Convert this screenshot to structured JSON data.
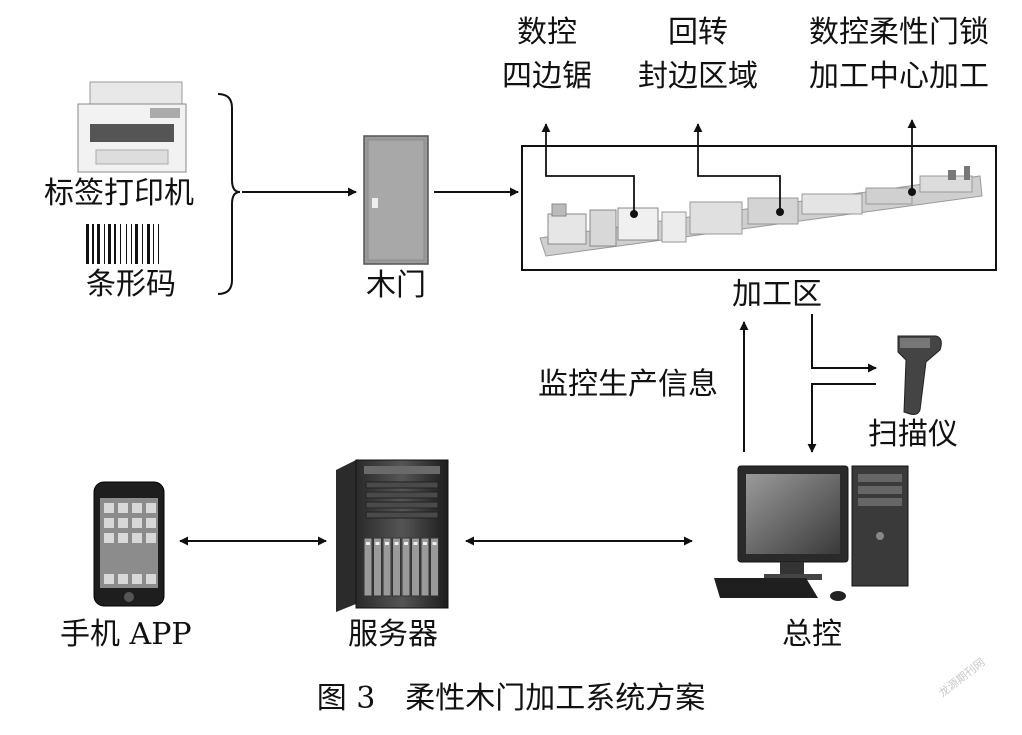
{
  "labels": {
    "label_printer": "标签打印机",
    "barcode": "条形码",
    "wood_door": "木门",
    "cnc_saw_l1": "数控",
    "cnc_saw_l2": "四边锯",
    "edge_l1": "回转",
    "edge_l2": "封边区域",
    "lock_l1": "数控柔性门锁",
    "lock_l2": "加工中心加工",
    "processing_area": "加工区",
    "monitor_info": "监控生产信息",
    "scanner": "扫描仪",
    "mobile_app": "手机 APP",
    "server": "服务器",
    "master_control": "总控"
  },
  "caption": "图 3　柔性木门加工系统方案",
  "watermark": "龙源期刊网",
  "icons": {
    "printer": "printer-icon",
    "barcode": "barcode-icon",
    "door": "door-icon",
    "production_line": "production-line-icon",
    "scanner": "scanner-icon",
    "phone": "phone-icon",
    "server": "server-tower-icon",
    "computer": "desktop-computer-icon"
  }
}
